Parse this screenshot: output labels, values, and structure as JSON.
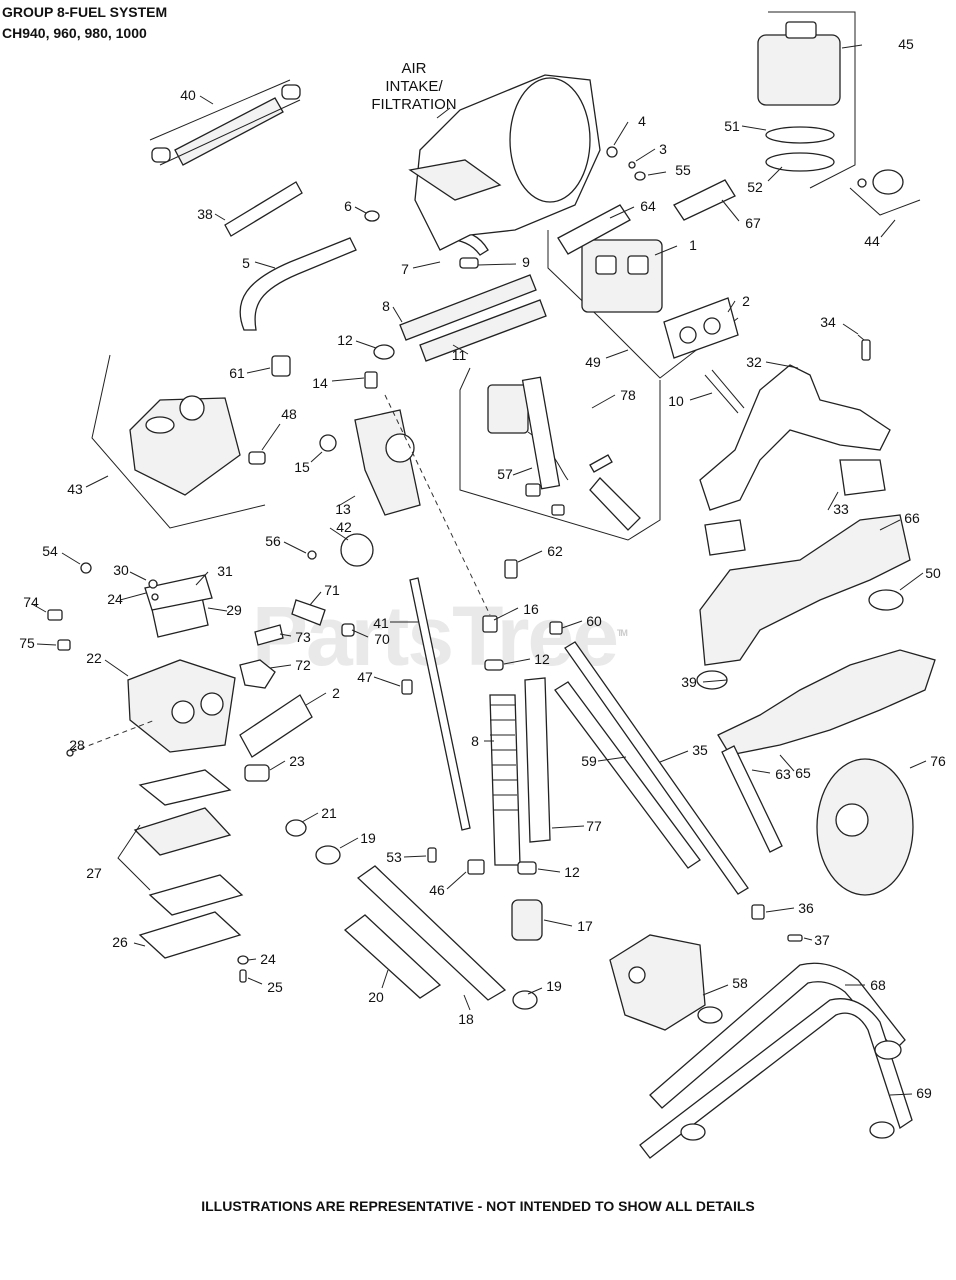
{
  "header": {
    "line1": "GROUP 8-FUEL SYSTEM",
    "line2": "CH940, 960, 980, 1000"
  },
  "footer": "ILLUSTRATIONS ARE REPRESENTATIVE - NOT INTENDED TO SHOW ALL DETAILS",
  "watermark": "PartsTree",
  "trademark": "TM",
  "air_intake": {
    "line1": "AIR",
    "line2": "INTAKE/",
    "line3": "FILTRATION"
  },
  "callouts": {
    "c45": "45",
    "c51": "51",
    "c52": "52",
    "c44": "44",
    "c4": "4",
    "c3": "3",
    "c55": "55",
    "c64": "64",
    "c67": "67",
    "c1": "1",
    "c2a": "2",
    "c49": "49",
    "c40": "40",
    "c38": "38",
    "c6": "6",
    "c5": "5",
    "c7": "7",
    "c9": "9",
    "c8a": "8",
    "c11": "11",
    "c12a": "12",
    "c61": "61",
    "c14": "14",
    "c48": "48",
    "c15": "15",
    "c43": "43",
    "c13": "13",
    "c34": "34",
    "c32": "32",
    "c10": "10",
    "c78": "78",
    "c57": "57",
    "c33": "33",
    "c66": "66",
    "c50": "50",
    "c54": "54",
    "c30": "30",
    "c24a": "24",
    "c31": "31",
    "c29": "29",
    "c74": "74",
    "c75": "75",
    "c22": "22",
    "c56": "56",
    "c42": "42",
    "c62": "62",
    "c71": "71",
    "c41": "41",
    "c70": "70",
    "c73": "73",
    "c72": "72",
    "c16": "16",
    "c60": "60",
    "c12b": "12",
    "c47": "47",
    "c2b": "2",
    "c39": "39",
    "c65": "65",
    "c28": "28",
    "c8b": "8",
    "c23": "23",
    "c21": "21",
    "c19a": "19",
    "c59": "59",
    "c35": "35",
    "c63": "63",
    "c76": "76",
    "c77": "77",
    "c27": "27",
    "c53": "53",
    "c46": "46",
    "c12c": "12",
    "c36": "36",
    "c17": "17",
    "c37": "37",
    "c26": "26",
    "c24b": "24",
    "c25": "25",
    "c20": "20",
    "c18": "18",
    "c19b": "19",
    "c58": "58",
    "c68": "68",
    "c69": "69"
  }
}
